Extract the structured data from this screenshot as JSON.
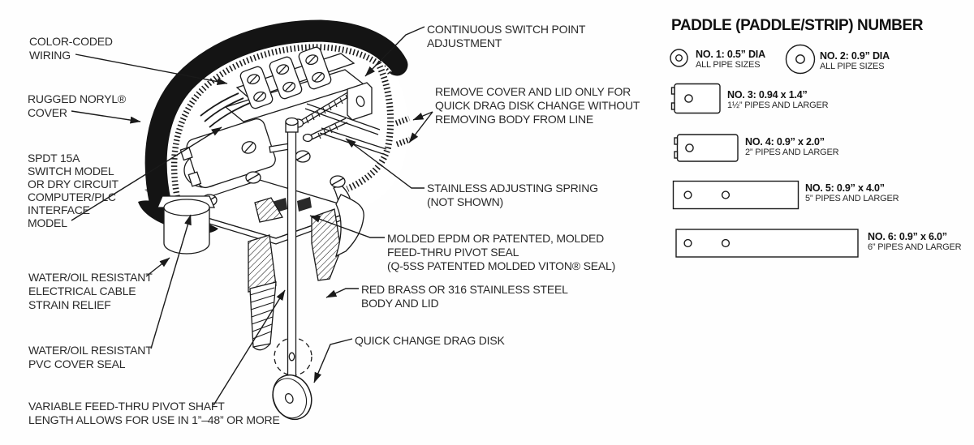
{
  "figure": {
    "background": "#ffffff",
    "line_color": "#1a1a1a",
    "cover_color": "#141414",
    "legend_title": "PADDLE (PADDLE/STRIP) NUMBER",
    "callouts_left": [
      {
        "lines": [
          "COLOR-CODED",
          "WIRING"
        ]
      },
      {
        "lines": [
          "RUGGED NORYL®",
          "COVER"
        ]
      },
      {
        "lines": [
          "SPDT 15A",
          "SWITCH MODEL",
          "OR DRY CIRCUIT",
          "COMPUTER/PLC",
          "INTERFACE",
          "MODEL"
        ]
      },
      {
        "lines": [
          "WATER/OIL RESISTANT",
          "ELECTRICAL CABLE",
          "STRAIN RELIEF"
        ]
      },
      {
        "lines": [
          "WATER/OIL RESISTANT",
          "PVC COVER SEAL"
        ]
      },
      {
        "lines": [
          "VARIABLE FEED-THRU PIVOT SHAFT",
          "LENGTH ALLOWS FOR USE IN 1”–48” OR MORE"
        ]
      }
    ],
    "callouts_right": [
      {
        "lines": [
          "CONTINUOUS SWITCH POINT",
          "ADJUSTMENT"
        ]
      },
      {
        "lines": [
          "REMOVE COVER AND LID ONLY FOR",
          "QUICK DRAG DISK CHANGE WITHOUT",
          "REMOVING BODY FROM LINE"
        ]
      },
      {
        "lines": [
          "STAINLESS ADJUSTING SPRING",
          "(NOT SHOWN)"
        ]
      },
      {
        "lines": [
          "MOLDED EPDM OR PATENTED, MOLDED",
          "FEED-THRU PIVOT SEAL",
          "(Q-5SS PATENTED MOLDED VITON® SEAL)"
        ]
      },
      {
        "lines": [
          "RED BRASS OR 316 STAINLESS STEEL",
          "BODY AND LID"
        ]
      },
      {
        "lines": [
          "QUICK CHANGE DRAG DISK"
        ]
      }
    ],
    "paddles": [
      {
        "label": "NO. 1: 0.5” DIA",
        "sub": "ALL PIPE SIZES",
        "shape": "disc"
      },
      {
        "label": "NO. 2: 0.9” DIA",
        "sub": "ALL PIPE SIZES",
        "shape": "disc"
      },
      {
        "label": "NO. 3: 0.94 x 1.4”",
        "sub": "1½” PIPES AND LARGER",
        "shape": "strip-1-hole"
      },
      {
        "label": "NO. 4: 0.9” x 2.0”",
        "sub": "2” PIPES AND LARGER",
        "shape": "strip-1-hole"
      },
      {
        "label": "NO. 5: 0.9” x 4.0”",
        "sub": "5” PIPES AND LARGER",
        "shape": "strip-2-hole"
      },
      {
        "label": "NO. 6: 0.9” x 6.0”",
        "sub": "6” PIPES AND LARGER",
        "shape": "strip-2-hole"
      }
    ]
  }
}
